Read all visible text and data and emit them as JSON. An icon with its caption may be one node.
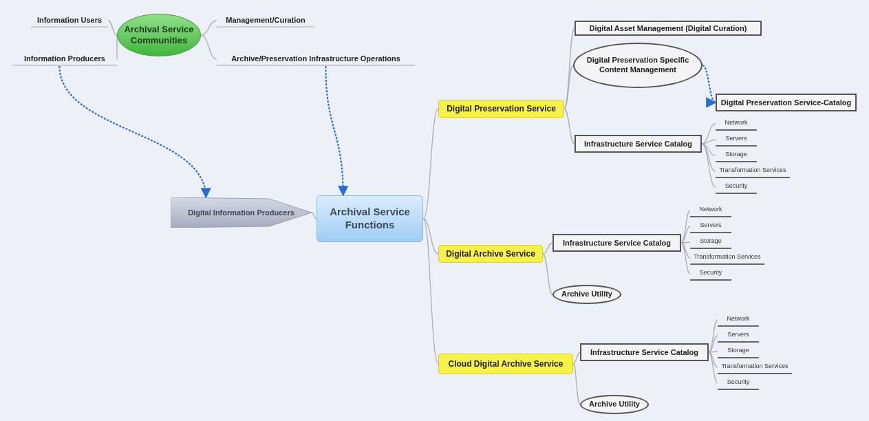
{
  "diagram": {
    "nodes": [
      {
        "text": [
          "Archival Service Communities"
        ]
      },
      {
        "text": [
          "Information Users"
        ]
      },
      {
        "text": [
          "Management/Curation"
        ]
      },
      {
        "text": [
          "Information Producers"
        ]
      },
      {
        "text": [
          "Archive/Preservation Infrastructure Operations"
        ]
      },
      {
        "text": [
          "Digital Information Producers"
        ]
      },
      {
        "text": [
          "Archival Service Functions"
        ]
      },
      {
        "text": [
          "Digital Preservation Service"
        ]
      },
      {
        "text": [
          "Digital Asset Management  (Digital Curation)"
        ]
      },
      {
        "text": [
          "Digital Preservation Specific Content Management"
        ]
      },
      {
        "text": [
          "Digital Preservation Service-Catalog"
        ]
      },
      {
        "text": [
          "Infrastructure Service Catalog"
        ]
      },
      {
        "text": [
          "Network"
        ]
      },
      {
        "text": [
          "Servers"
        ]
      },
      {
        "text": [
          "Storage"
        ]
      },
      {
        "text": [
          "Transformation Services"
        ]
      },
      {
        "text": [
          "Security"
        ]
      },
      {
        "text": [
          "Digital Archive Service"
        ]
      },
      {
        "text": [
          "Infrastructure Service Catalog"
        ]
      },
      {
        "text": [
          "Network"
        ]
      },
      {
        "text": [
          "Servers"
        ]
      },
      {
        "text": [
          "Storage"
        ]
      },
      {
        "text": [
          "Transformation Services"
        ]
      },
      {
        "text": [
          "Security"
        ]
      },
      {
        "text": [
          "Archive Utility"
        ]
      },
      {
        "text": [
          "Cloud Digital Archive Service"
        ]
      },
      {
        "text": [
          "Infrastructure Service Catalog"
        ]
      },
      {
        "text": [
          "Network"
        ]
      },
      {
        "text": [
          "Servers"
        ]
      },
      {
        "text": [
          "Storage"
        ]
      },
      {
        "text": [
          "Transformation Services"
        ]
      },
      {
        "text": [
          "Security"
        ]
      },
      {
        "text": [
          "Archive Utility"
        ]
      }
    ],
    "edges": [
      {
        "from": 0,
        "to": 1,
        "arrow": "none"
      },
      {
        "from": 0,
        "to": 2,
        "arrow": "none"
      },
      {
        "from": 0,
        "to": 3,
        "arrow": "none"
      },
      {
        "from": 0,
        "to": 4,
        "arrow": "none"
      },
      {
        "from": 3,
        "to": 5,
        "arrow": "to",
        "style": "dashed",
        "color": "#2a6fd0"
      },
      {
        "from": 4,
        "to": 6,
        "arrow": "to",
        "style": "dashed",
        "color": "#2a6fd0"
      },
      {
        "from": 5,
        "to": 6,
        "arrow": "none"
      },
      {
        "from": 6,
        "to": 7,
        "arrow": "none"
      },
      {
        "from": 6,
        "to": 17,
        "arrow": "none"
      },
      {
        "from": 6,
        "to": 25,
        "arrow": "none"
      },
      {
        "from": 7,
        "to": 8,
        "arrow": "none"
      },
      {
        "from": 7,
        "to": 9,
        "arrow": "none"
      },
      {
        "from": 7,
        "to": 11,
        "arrow": "none"
      },
      {
        "from": 9,
        "to": 10,
        "arrow": "to",
        "style": "dashed",
        "color": "#2a6fd0"
      },
      {
        "from": 11,
        "to": 12,
        "arrow": "none"
      },
      {
        "from": 11,
        "to": 13,
        "arrow": "none"
      },
      {
        "from": 11,
        "to": 14,
        "arrow": "none"
      },
      {
        "from": 11,
        "to": 15,
        "arrow": "none"
      },
      {
        "from": 11,
        "to": 16,
        "arrow": "none"
      },
      {
        "from": 17,
        "to": 18,
        "arrow": "none"
      },
      {
        "from": 17,
        "to": 24,
        "arrow": "none"
      },
      {
        "from": 18,
        "to": 19,
        "arrow": "none"
      },
      {
        "from": 18,
        "to": 20,
        "arrow": "none"
      },
      {
        "from": 18,
        "to": 21,
        "arrow": "none"
      },
      {
        "from": 18,
        "to": 22,
        "arrow": "none"
      },
      {
        "from": 18,
        "to": 23,
        "arrow": "none"
      },
      {
        "from": 25,
        "to": 26,
        "arrow": "none"
      },
      {
        "from": 25,
        "to": 32,
        "arrow": "none"
      },
      {
        "from": 26,
        "to": 27,
        "arrow": "none"
      },
      {
        "from": 26,
        "to": 28,
        "arrow": "none"
      },
      {
        "from": 26,
        "to": 29,
        "arrow": "none"
      },
      {
        "from": 26,
        "to": 30,
        "arrow": "none"
      },
      {
        "from": 26,
        "to": 31,
        "arrow": "none"
      }
    ]
  }
}
